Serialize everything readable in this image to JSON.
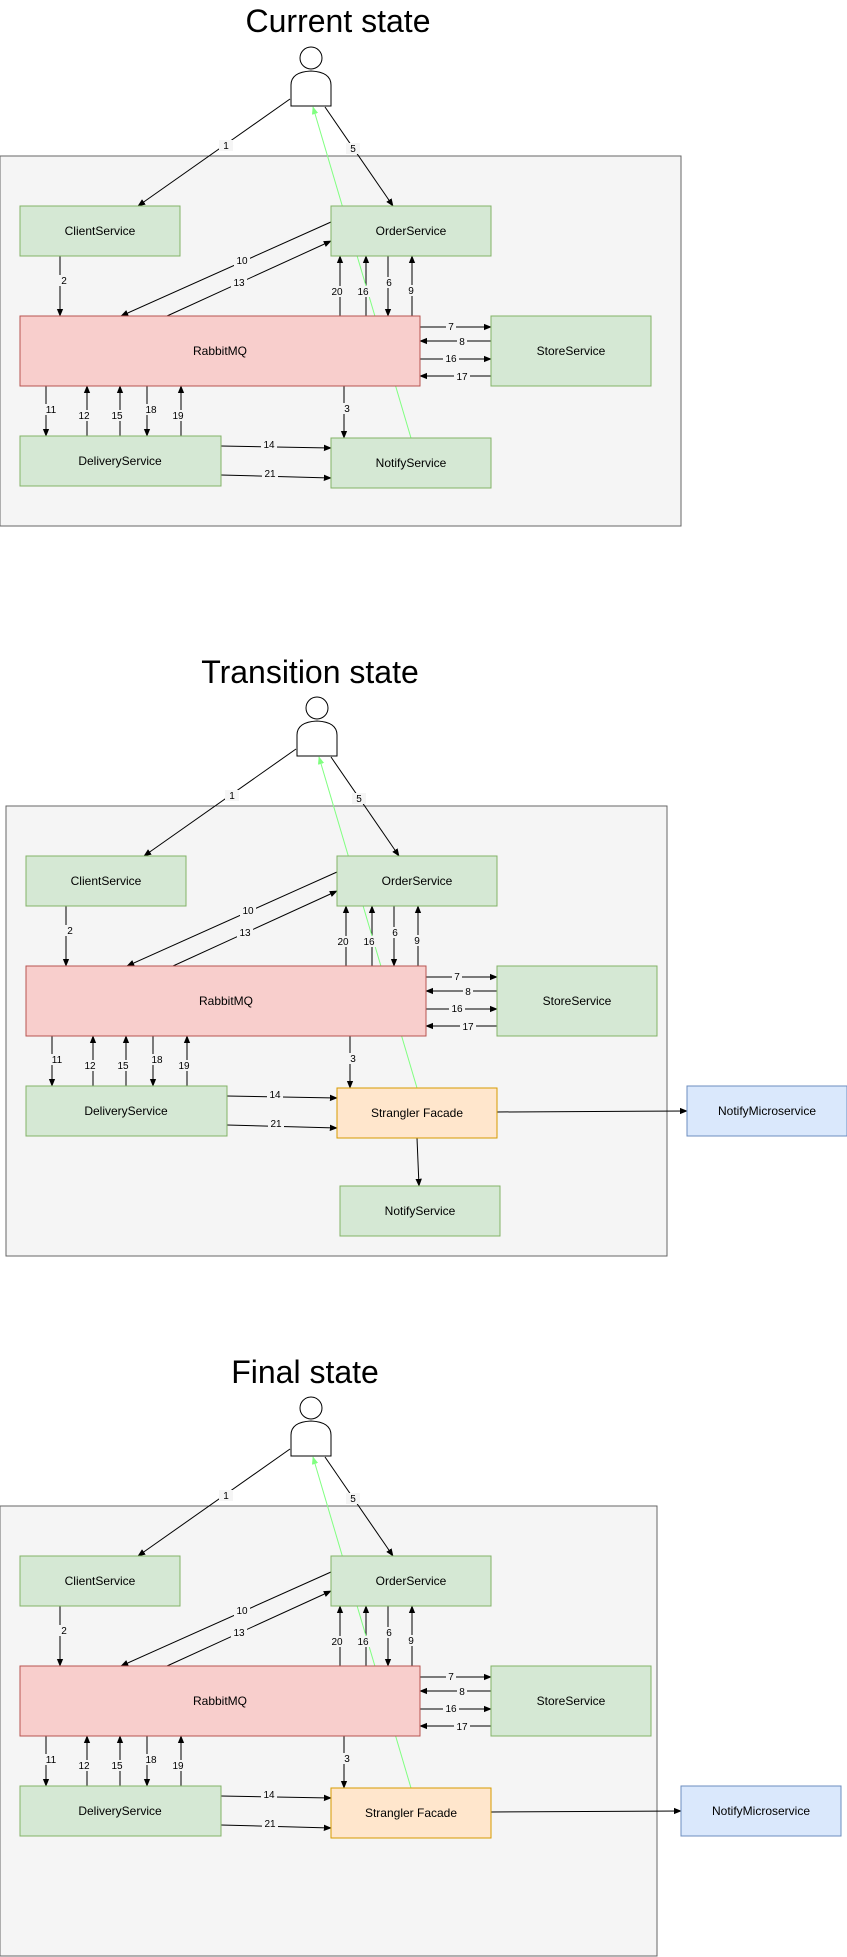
{
  "colors": {
    "service_fill": "#d5e8d4",
    "service_stroke": "#82b366",
    "queue_fill": "#f8cecc",
    "queue_stroke": "#b85450",
    "facade_fill": "#ffe6cc",
    "facade_stroke": "#d79b00",
    "micro_fill": "#dae8fc",
    "micro_stroke": "#6c8ebf",
    "container_fill": "#f5f5f5",
    "container_stroke": "#666666",
    "notify_line": "#80ff80"
  },
  "icons": {
    "user": "user-icon"
  },
  "sections": [
    {
      "title": "Current state",
      "client": "ClientService",
      "order": "OrderService",
      "queue": "RabbitMQ",
      "store": "StoreService",
      "delivery": "DeliveryService",
      "bottom_right": "NotifyService",
      "labels": {
        "l1": "1",
        "l2": "2",
        "l3": "3",
        "l5": "5",
        "l6": "6",
        "l7": "7",
        "l8": "8",
        "l9": "9",
        "l10": "10",
        "l11": "11",
        "l12": "12",
        "l13": "13",
        "l14": "14",
        "l15": "15",
        "l16a": "16",
        "l16b": "16",
        "l17": "17",
        "l18": "18",
        "l19": "19",
        "l20": "20",
        "l21": "21"
      }
    },
    {
      "title": "Transition state",
      "client": "ClientService",
      "order": "OrderService",
      "queue": "RabbitMQ",
      "store": "StoreService",
      "delivery": "DeliveryService",
      "bottom_right": "Strangler Facade",
      "micro": "NotifyMicroservice",
      "notify": "NotifyService",
      "labels": {
        "l1": "1",
        "l2": "2",
        "l3": "3",
        "l5": "5",
        "l6": "6",
        "l7": "7",
        "l8": "8",
        "l9": "9",
        "l10": "10",
        "l11": "11",
        "l12": "12",
        "l13": "13",
        "l14": "14",
        "l15": "15",
        "l16a": "16",
        "l16b": "16",
        "l17": "17",
        "l18": "18",
        "l19": "19",
        "l20": "20",
        "l21": "21"
      }
    },
    {
      "title": "Final state",
      "client": "ClientService",
      "order": "OrderService",
      "queue": "RabbitMQ",
      "store": "StoreService",
      "delivery": "DeliveryService",
      "bottom_right": "Strangler Facade",
      "micro": "NotifyMicroservice",
      "labels": {
        "l1": "1",
        "l2": "2",
        "l3": "3",
        "l5": "5",
        "l6": "6",
        "l7": "7",
        "l8": "8",
        "l9": "9",
        "l10": "10",
        "l11": "11",
        "l12": "12",
        "l13": "13",
        "l14": "14",
        "l15": "15",
        "l16a": "16",
        "l16b": "16",
        "l17": "17",
        "l18": "18",
        "l19": "19",
        "l20": "20",
        "l21": "21"
      }
    }
  ]
}
